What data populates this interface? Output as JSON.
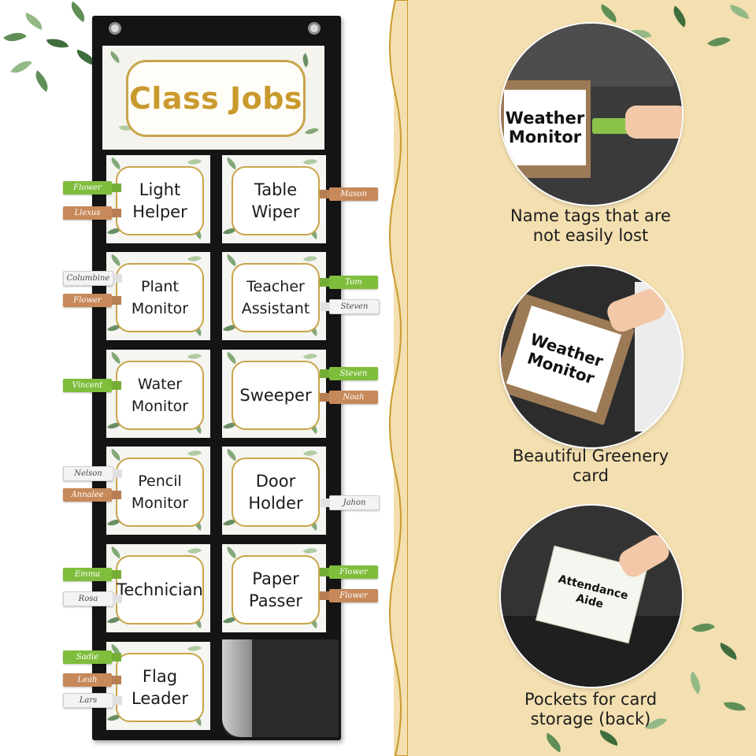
{
  "chart": {
    "title": "Class Jobs",
    "jobs": [
      {
        "label": "Light\nHelper"
      },
      {
        "label": "Table\nWiper"
      },
      {
        "label": "Plant\nMonitor"
      },
      {
        "label": "Teacher\nAssistant"
      },
      {
        "label": "Water\nMonitor"
      },
      {
        "label": "Sweeper"
      },
      {
        "label": "Pencil\nMonitor"
      },
      {
        "label": "Door\nHolder"
      },
      {
        "label": "Technician"
      },
      {
        "label": "Paper\nPasser"
      },
      {
        "label": "Flag\nLeader"
      }
    ],
    "clips": [
      {
        "name": "Flower",
        "color": "green"
      },
      {
        "name": "Llexus",
        "color": "brown"
      },
      {
        "name": "Mason",
        "color": "brown"
      },
      {
        "name": "Columbine",
        "color": "white"
      },
      {
        "name": "Flower",
        "color": "brown"
      },
      {
        "name": "Tom",
        "color": "green"
      },
      {
        "name": "Steven",
        "color": "white"
      },
      {
        "name": "Vincent",
        "color": "green"
      },
      {
        "name": "Steven",
        "color": "green"
      },
      {
        "name": "Noah",
        "color": "brown"
      },
      {
        "name": "Nelson",
        "color": "white"
      },
      {
        "name": "Annalee",
        "color": "brown"
      },
      {
        "name": "Jahon",
        "color": "white"
      },
      {
        "name": "Emma",
        "color": "green"
      },
      {
        "name": "Rosa",
        "color": "white"
      },
      {
        "name": "Flower",
        "color": "green"
      },
      {
        "name": "Flower",
        "color": "brown"
      },
      {
        "name": "Sadie",
        "color": "green"
      },
      {
        "name": "Leah",
        "color": "brown"
      },
      {
        "name": "Lars",
        "color": "white"
      }
    ]
  },
  "features": [
    {
      "card_text": "Weather\nMonitor",
      "caption": "Name tags that are\nnot easily lost"
    },
    {
      "card_text": "Weather\nMonitor",
      "caption": "Beautiful Greenery\ncard"
    },
    {
      "card_text": "Attendance\nAide",
      "caption": "Pockets for card\nstorage (back)"
    }
  ],
  "colors": {
    "panel_background": "#f3dfb0",
    "gold_accent": "#c99a2e",
    "clip_green": "#7fbd3c",
    "clip_brown": "#c7895a",
    "pocket_black": "#141414"
  }
}
